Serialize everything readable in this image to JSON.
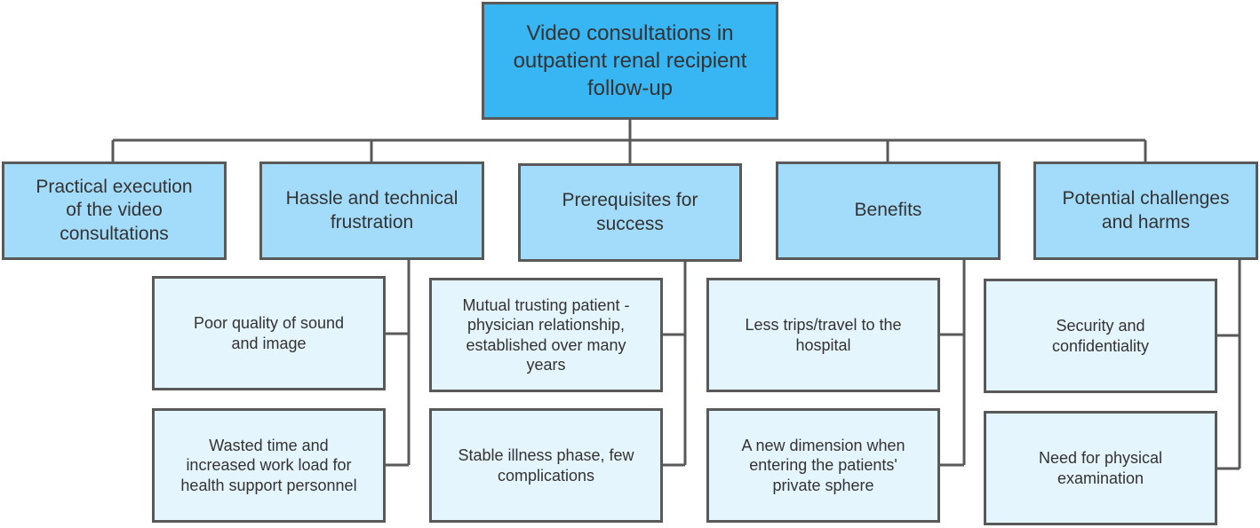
{
  "root": {
    "label": "Video consultations in\noutpatient renal recipient\nfollow-up"
  },
  "categories": [
    {
      "label": "Practical execution\nof the video\nconsultations",
      "items": []
    },
    {
      "label": "Hassle and technical\nfrustration",
      "items": [
        {
          "label": "Poor quality of sound\nand image"
        },
        {
          "label": "Wasted time and\nincreased work load for\nhealth support personnel"
        }
      ]
    },
    {
      "label": "Prerequisites for\nsuccess",
      "items": [
        {
          "label": "Mutual trusting patient -\nphysician relationship,\nestablished over many\nyears"
        },
        {
          "label": "Stable illness phase, few\ncomplications"
        }
      ]
    },
    {
      "label": "Benefits",
      "items": [
        {
          "label": "Less trips/travel to the\nhospital"
        },
        {
          "label": "A new dimension when\nentering the patients'\nprivate sphere"
        }
      ]
    },
    {
      "label": "Potential challenges\nand harms",
      "items": [
        {
          "label": "Security and\nconfidentiality"
        },
        {
          "label": "Need for physical\nexamination"
        }
      ]
    }
  ],
  "colors": {
    "root_fill": "#38b5f3",
    "category_fill": "#a3dcfa",
    "item_fill": "#e5f5fd",
    "border": "#595959",
    "connector": "#595959"
  }
}
